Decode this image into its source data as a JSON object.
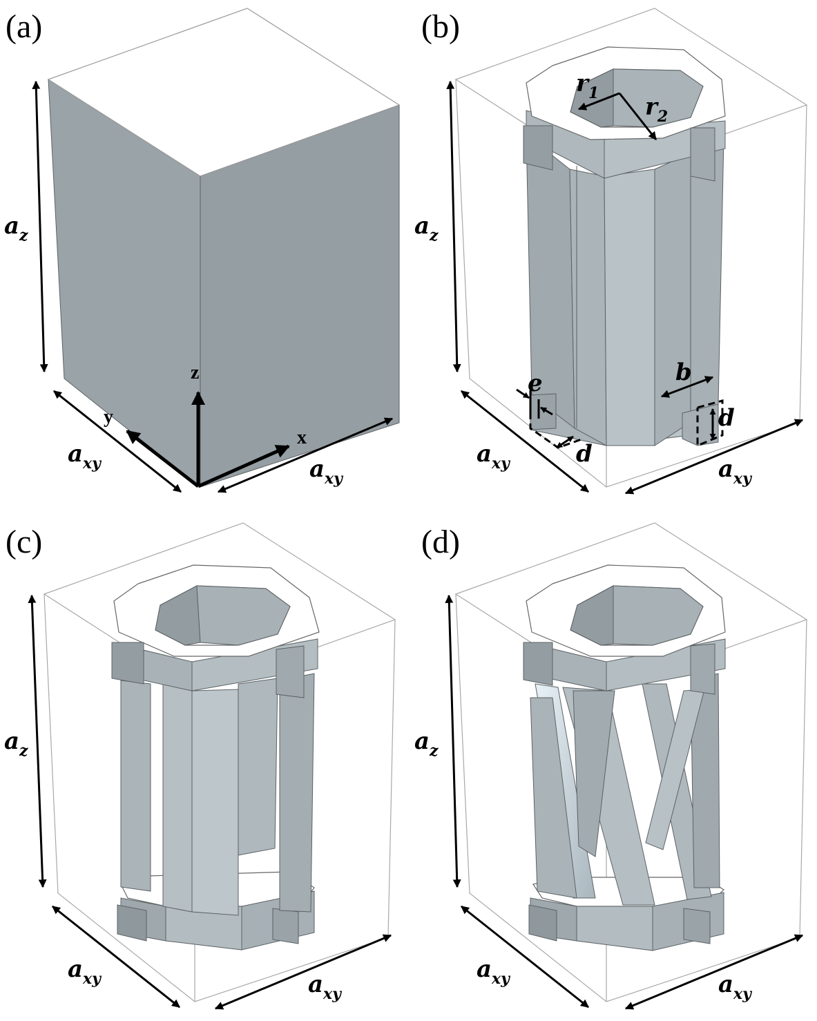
{
  "panels": [
    {
      "id": "a",
      "label": "(a)",
      "az": "a",
      "az_sub": "z",
      "axy": "a",
      "axy_sub": "xy"
    },
    {
      "id": "b",
      "label": "(b)",
      "az": "a",
      "az_sub": "z",
      "axy": "a",
      "axy_sub": "xy"
    },
    {
      "id": "c",
      "label": "(c)",
      "az": "a",
      "az_sub": "z",
      "axy": "a",
      "axy_sub": "xy"
    },
    {
      "id": "d",
      "label": "(d)",
      "az": "a",
      "az_sub": "z",
      "axy": "a",
      "axy_sub": "xy"
    }
  ],
  "axes": {
    "x": "x",
    "y": "y",
    "z": "z"
  },
  "params": {
    "r1": "r",
    "r1_sub": "1",
    "r2": "r",
    "r2_sub": "2",
    "b": "b",
    "d": "d",
    "e": "e"
  },
  "colors": {
    "face_light": "#b7c0c6",
    "face_mid": "#a2abb0",
    "face_dark": "#8e979b",
    "edge": "#5c6265"
  }
}
